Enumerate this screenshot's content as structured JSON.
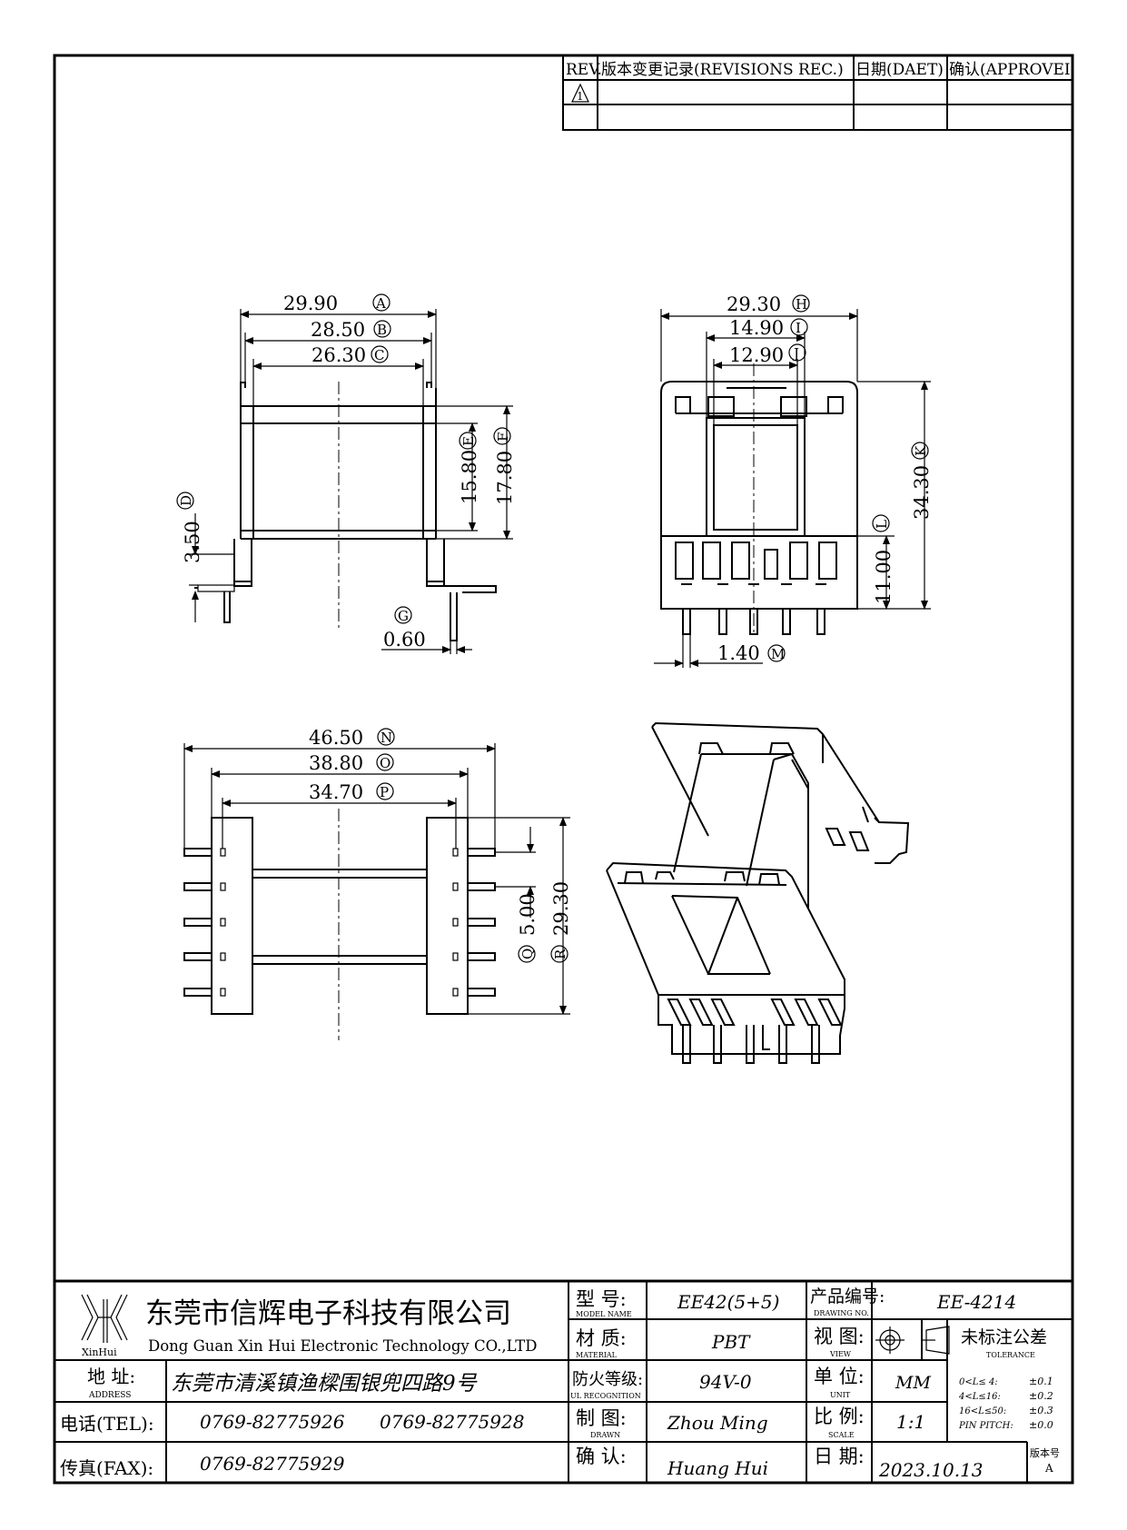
{
  "revision_table": {
    "headers": [
      "REV.",
      "版本变更记录(REVISIONS REC.)",
      "日期(DAET)",
      "确认(APPROVEI"
    ],
    "rev_symbol": "1"
  },
  "dimensions": {
    "A": "29.90",
    "A_tag": "A",
    "B": "28.50",
    "B_tag": "B",
    "C": "26.30",
    "C_tag": "C",
    "D": "3.50",
    "D_tag": "D",
    "E": "15.80",
    "E_tag": "E",
    "F": "17.80",
    "F_tag": "F",
    "G": "0.60",
    "G_tag": "G",
    "H": "29.30",
    "H_tag": "H",
    "I": "14.90",
    "I_tag": "I",
    "J": "12.90",
    "J_tag": "J",
    "K": "34.30",
    "K_tag": "K",
    "L": "11.00",
    "L_tag": "L",
    "M": "1.40",
    "M_tag": "M",
    "N": "46.50",
    "N_tag": "N",
    "O": "38.80",
    "O_tag": "O",
    "P": "34.70",
    "P_tag": "P",
    "Q": "5.00",
    "Q_tag": "Q",
    "R": "29.30",
    "R_tag": "R"
  },
  "title_block": {
    "logo_text": "XinHui",
    "company_cn": "东莞市信辉电子科技有限公司",
    "company_en": "Dong Guan Xin Hui Electronic Technology CO.,LTD",
    "address_label_cn": "地 址:",
    "address_label_en": "ADDRESS",
    "address_value": "东莞市清溪镇渔樑围银兜四路9号",
    "tel_label": "电话(TEL):",
    "tel_1": "0769-82775926",
    "tel_2": "0769-82775928",
    "fax_label": "传真(FAX):",
    "fax_value": "0769-82775929",
    "model_label_cn": "型 号:",
    "model_label_en": "MODEL NAME",
    "model_value": "EE42(5+5)",
    "material_label_cn": "材 质:",
    "material_label_en": "MATERIAL",
    "material_value": "PBT",
    "ul_label_cn": "防火等级:",
    "ul_label_en": "UL RECOGNITION",
    "ul_value": "94V-0",
    "drawn_label_cn": "制 图:",
    "drawn_label_en": "DRAWN",
    "drawn_value": "Zhou Ming",
    "confirm_label_cn": "确 认:",
    "confirm_value": "Huang Hui",
    "drawing_no_label_cn": "产品编号:",
    "drawing_no_label_en": "DRAWING NO.",
    "drawing_no_value": "EE-4214",
    "view_label_cn": "视 图:",
    "view_label_en": "VIEW",
    "unit_label_cn": "单 位:",
    "unit_label_en": "UNIT",
    "unit_value": "MM",
    "scale_label_cn": "比 例:",
    "scale_label_en": "SCALE",
    "scale_value": "1:1",
    "date_label_cn": "日 期:",
    "date_value": "2023.10.13",
    "tolerance_label_cn": "未标注公差",
    "tolerance_label_en": "TOLERANCE",
    "tolerance_rows": [
      {
        "range": "0<L≤ 4:",
        "value": "±0.1"
      },
      {
        "range": "4<L≤16:",
        "value": "±0.2"
      },
      {
        "range": "16<L≤50:",
        "value": "±0.3"
      },
      {
        "range": "PIN PITCH:",
        "value": "±0.0"
      }
    ],
    "version_label": "版本号",
    "version_value": "A"
  }
}
